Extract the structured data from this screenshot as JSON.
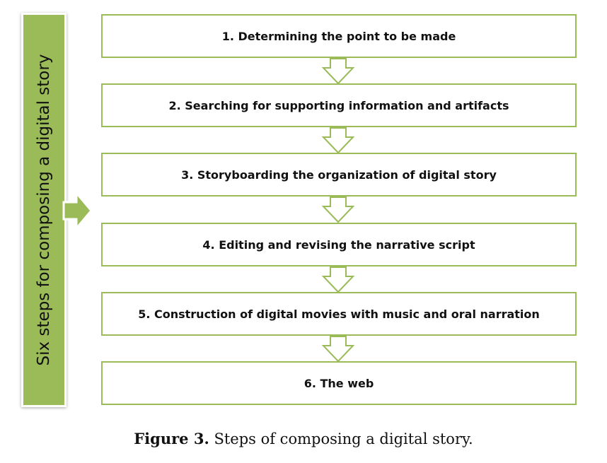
{
  "side_label": "Six steps for composing a digital story",
  "steps": [
    {
      "label": "1. Determining the point to be made"
    },
    {
      "label": "2. Searching for supporting information and artifacts"
    },
    {
      "label": "3. Storyboarding the organization of digital story"
    },
    {
      "label": "4. Editing and revising  the narrative script"
    },
    {
      "label": "5. Construction of  digital movies with music and oral narration"
    },
    {
      "label": "6. The web"
    }
  ],
  "caption": {
    "label": "Figure 3.",
    "text": " Steps of composing a digital story."
  },
  "colors": {
    "accent": "#9bbb59"
  }
}
